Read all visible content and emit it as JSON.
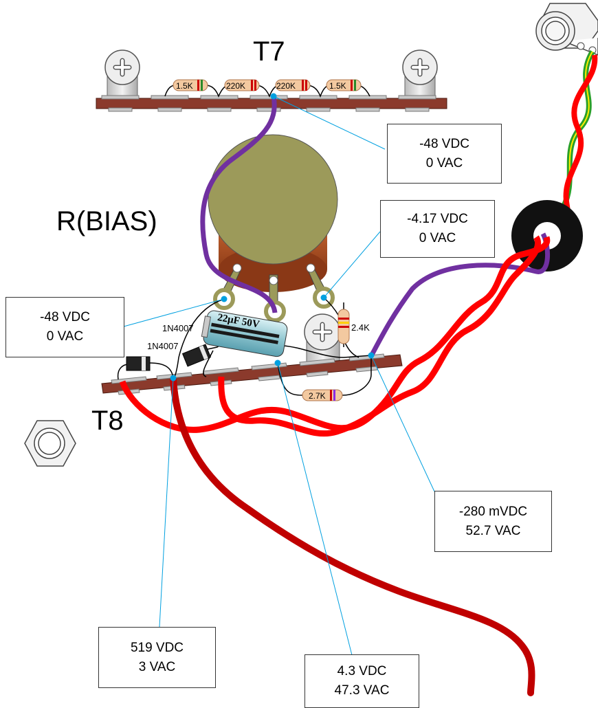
{
  "labels": {
    "t7": "T7",
    "t8": "T8",
    "rbias": "R(BIAS)",
    "diode1": "1N4007",
    "diode2": "1N4007",
    "r24k": "2.4K",
    "cap": "22µF 50V"
  },
  "resistors": {
    "t7_1": "1.5K",
    "t7_2": "220K",
    "t7_3": "220K",
    "t7_4": "1.5K",
    "t8_27k": "2.7K"
  },
  "measurements": [
    {
      "vdc": "-48 VDC",
      "vac": "0 VAC"
    },
    {
      "vdc": "-4.17 VDC",
      "vac": "0 VAC"
    },
    {
      "vdc": "-48 VDC",
      "vac": "0 VAC"
    },
    {
      "vdc": "-280 mVDC",
      "vac": "52.7 VAC"
    },
    {
      "vdc": "519 VDC",
      "vac": "3 VAC"
    },
    {
      "vdc": "4.3 VDC",
      "vac": "47.3 VAC"
    }
  ],
  "colors": {
    "strip": "#8b3a2c",
    "pot": "#9c9a5a",
    "purple": "#7030a0",
    "red": "#ff0000",
    "darkred": "#c00000",
    "probe": "#00a0e0"
  }
}
